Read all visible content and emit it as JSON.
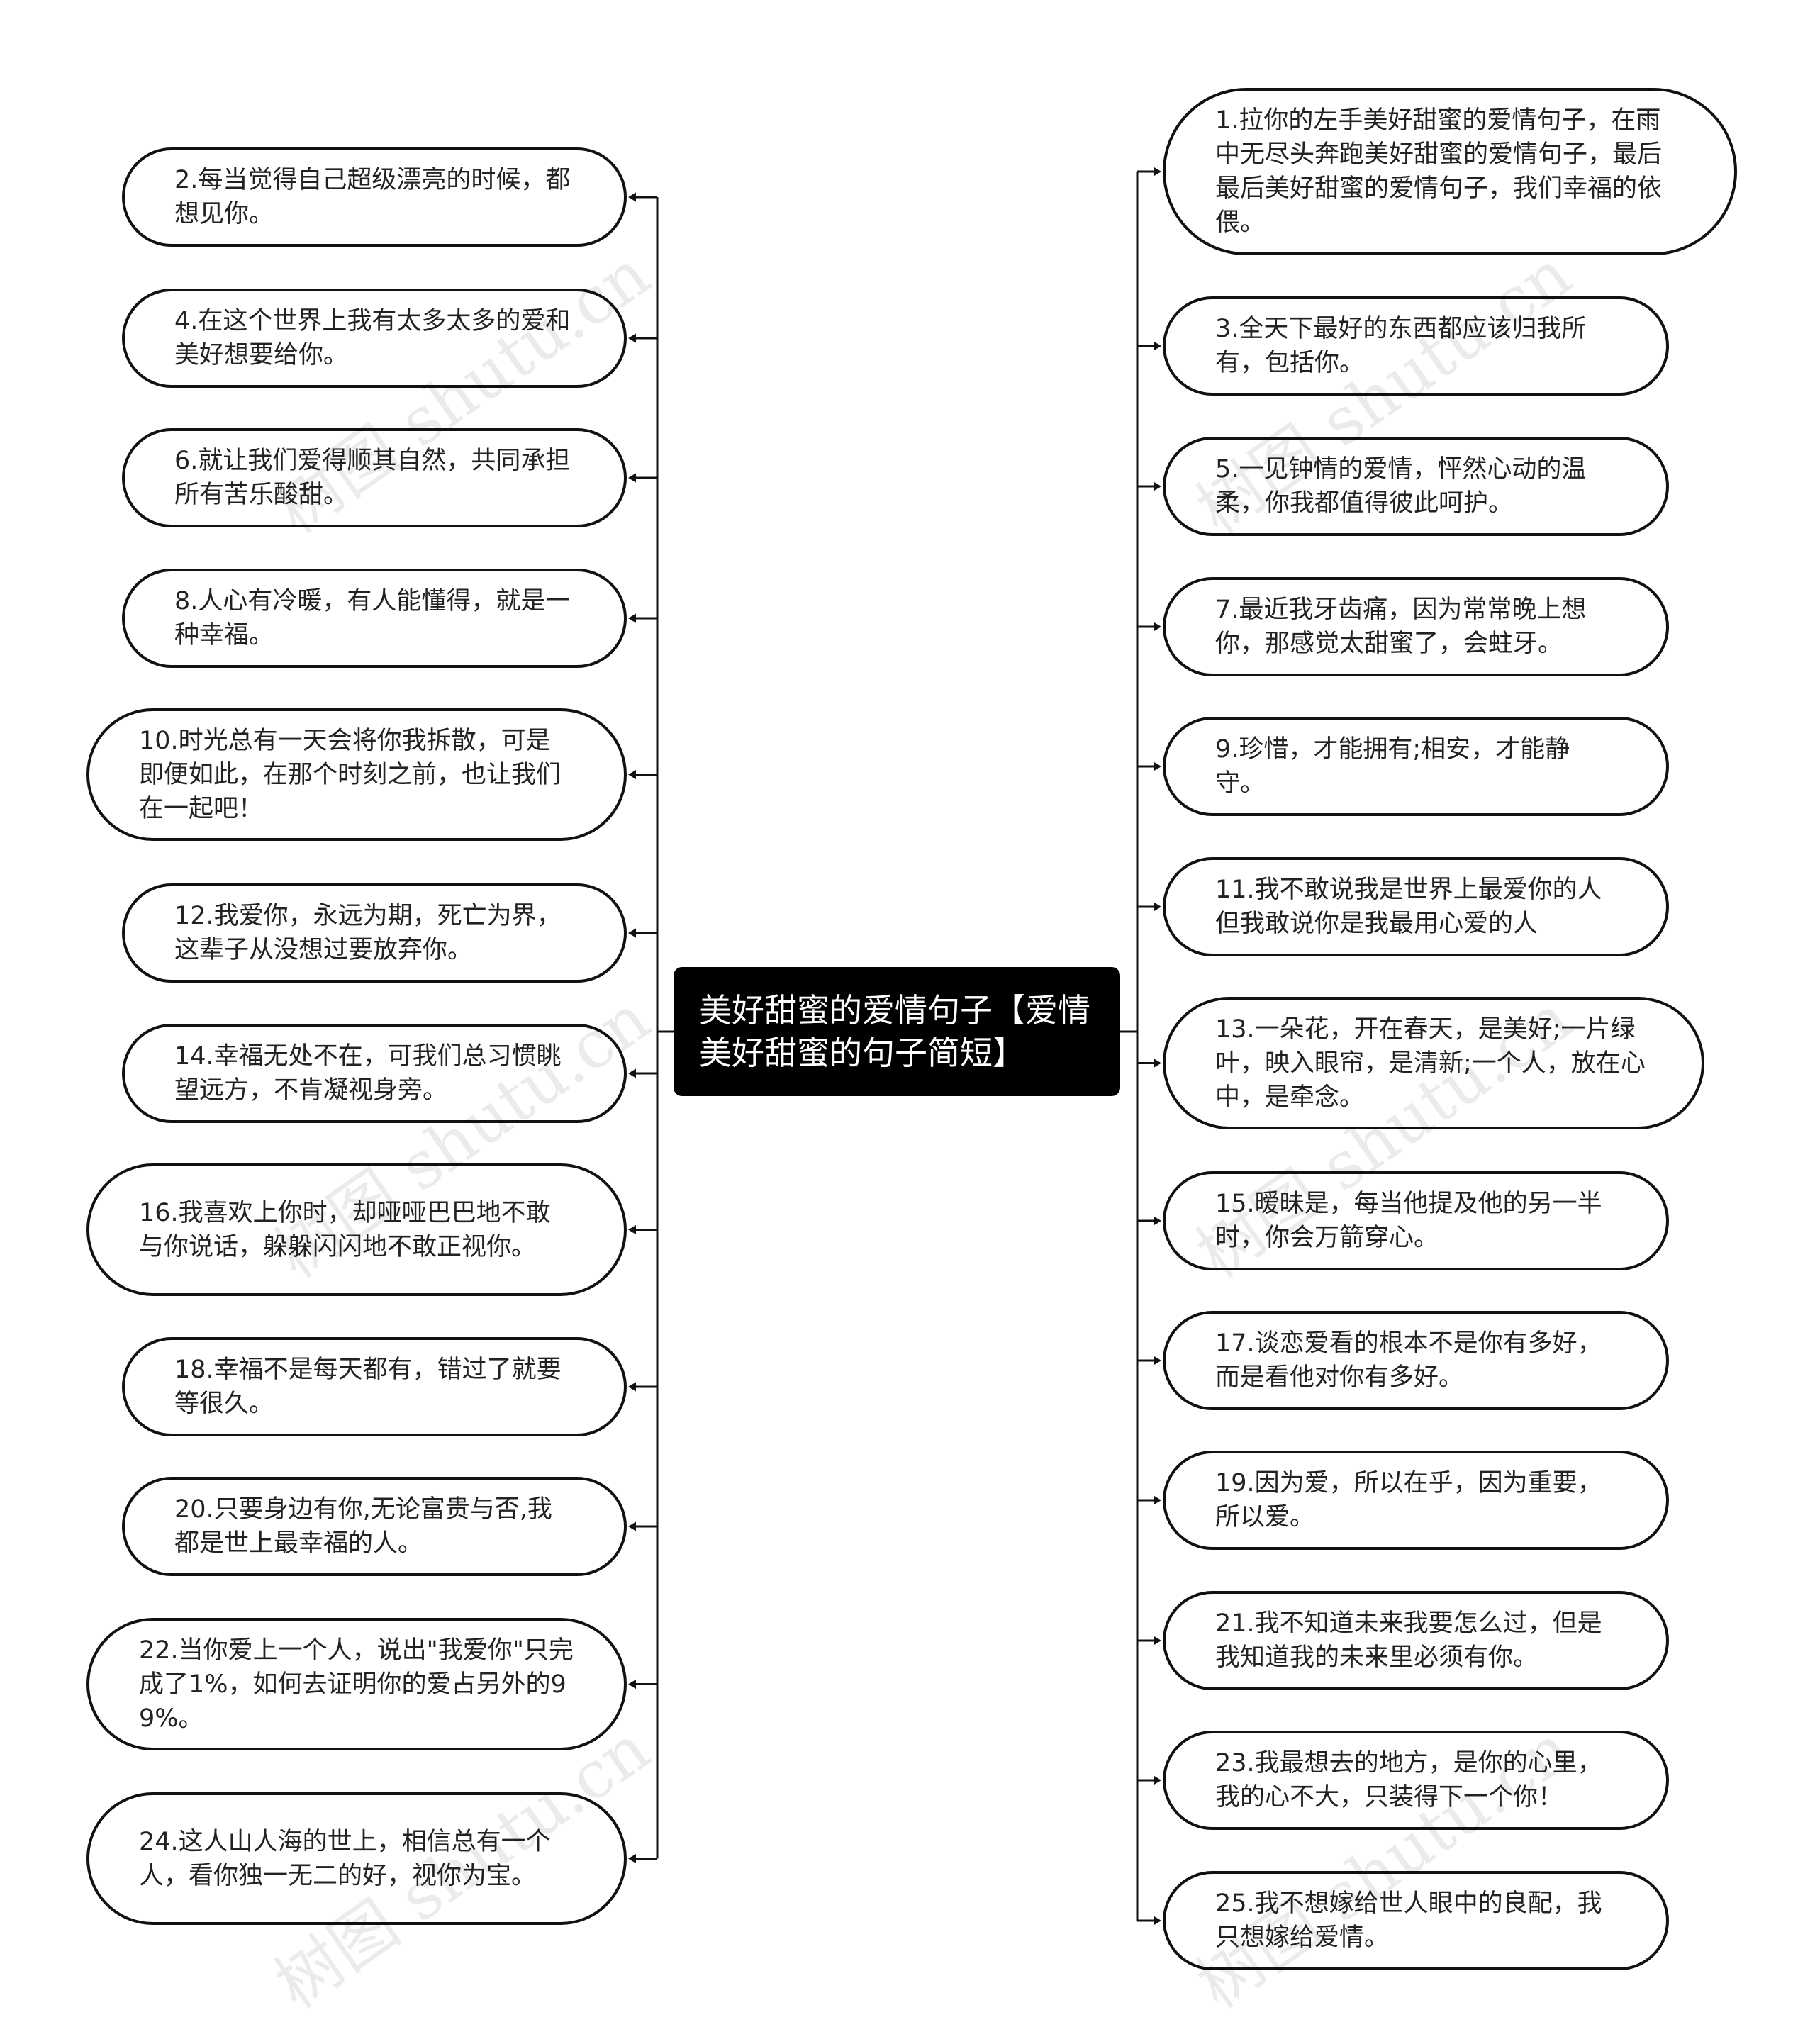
{
  "central": {
    "text": "美好甜蜜的爱情句子【爱情美好甜蜜的句子简短】"
  },
  "left_nodes": [
    {
      "text": "2.每当觉得自己超级漂亮的时候，都想见你。"
    },
    {
      "text": "4.在这个世界上我有太多太多的爱和美好想要给你。"
    },
    {
      "text": "6.就让我们爱得顺其自然，共同承担所有苦乐酸甜。"
    },
    {
      "text": "8.人心有冷暖，有人能懂得，就是一种幸福。"
    },
    {
      "text": "10.时光总有一天会将你我拆散，可是即便如此，在那个时刻之前，也让我们在一起吧！"
    },
    {
      "text": "12.我爱你，永远为期，死亡为界，这辈子从没想过要放弃你。"
    },
    {
      "text": "14.幸福无处不在，可我们总习惯眺望远方，不肯凝视身旁。"
    },
    {
      "text": "16.我喜欢上你时，却哑哑巴巴地不敢与你说话，躲躲闪闪地不敢正视你。"
    },
    {
      "text": "18.幸福不是每天都有，错过了就要等很久。"
    },
    {
      "text": "20.只要身边有你,无论富贵与否,我都是世上最幸福的人。"
    },
    {
      "text": "22.当你爱上一个人，说出\"我爱你\"只完成了1%，如何去证明你的爱占另外的99%。"
    },
    {
      "text": "24.这人山人海的世上，相信总有一个人，看你独一无二的好，视你为宝。"
    }
  ],
  "right_nodes": [
    {
      "text": "1.拉你的左手美好甜蜜的爱情句子，在雨中无尽头奔跑美好甜蜜的爱情句子，最后最后美好甜蜜的爱情句子，我们幸福的依偎。"
    },
    {
      "text": "3.全天下最好的东西都应该归我所有，包括你。"
    },
    {
      "text": "5.一见钟情的爱情，怦然心动的温柔，你我都值得彼此呵护。"
    },
    {
      "text": "7.最近我牙齿痛，因为常常晚上想你，那感觉太甜蜜了，会蛀牙。"
    },
    {
      "text": "9.珍惜，才能拥有;相安，才能静守。"
    },
    {
      "text": "11.我不敢说我是世界上最爱你的人 但我敢说你是我最用心爱的人"
    },
    {
      "text": "13.一朵花，开在春天，是美好;一片绿叶，映入眼帘，是清新;一个人，放在心中，是牵念。"
    },
    {
      "text": "15.暧昧是，每当他提及他的另一半时，你会万箭穿心。"
    },
    {
      "text": "17.谈恋爱看的根本不是你有多好，而是看他对你有多好。"
    },
    {
      "text": "19.因为爱，所以在乎，因为重要，所以爱。"
    },
    {
      "text": "21.我不知道未来我要怎么过，但是我知道我的未来里必须有你。"
    },
    {
      "text": "23.我最想去的地方，是你的心里，我的心不大，只装得下一个你！"
    },
    {
      "text": "25.我不想嫁给世人眼中的良配，我只想嫁给爱情。"
    }
  ],
  "watermark": "树图 shutu.cn",
  "colors": {
    "line": "#111111",
    "node_border": "#111111",
    "central_bg": "#000000",
    "central_text": "#ffffff"
  }
}
